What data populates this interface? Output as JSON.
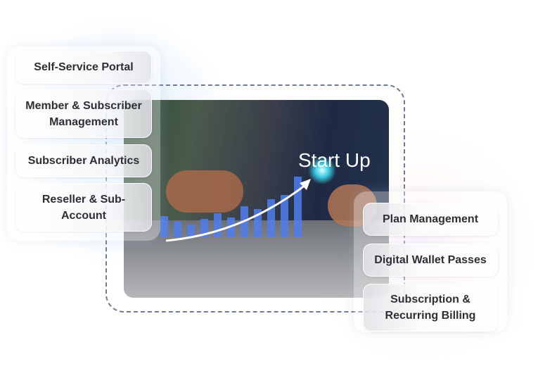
{
  "left_features": [
    "Self-Service Portal",
    "Member & Subscriber Management",
    "Subscriber Analytics",
    "Reseller & Sub-Account"
  ],
  "right_features": [
    "Plan Management",
    "Digital Wallet Passes",
    "Subscription & Recurring Billing"
  ],
  "photo": {
    "caption": "Start Up",
    "accent": "#4f7ef0"
  }
}
